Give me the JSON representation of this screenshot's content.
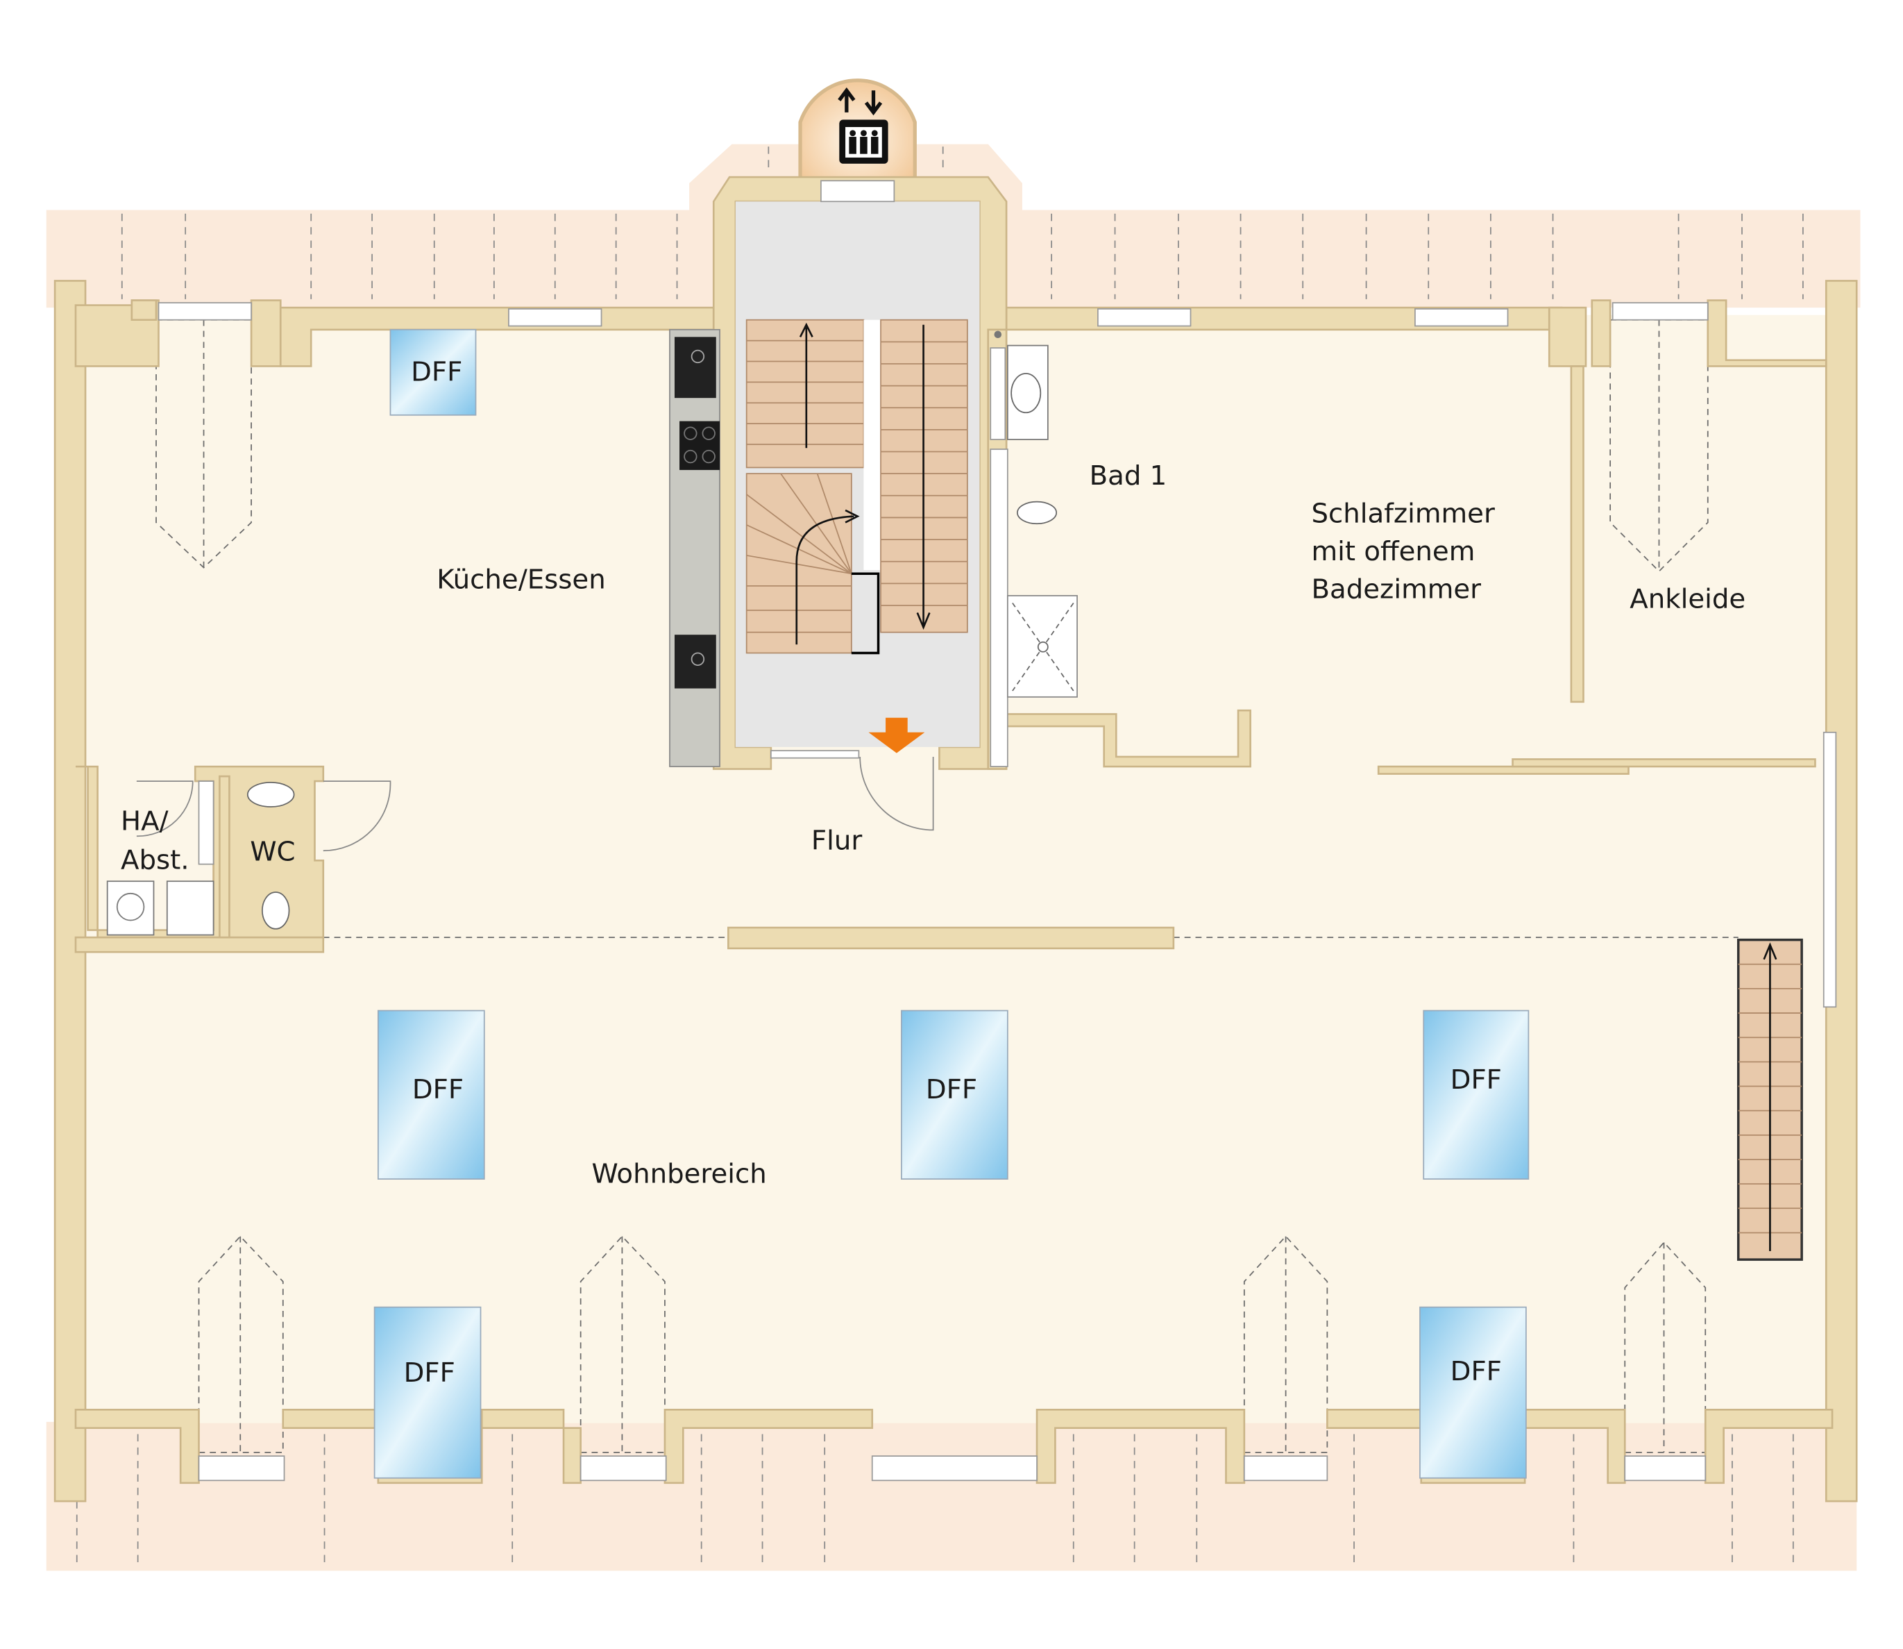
{
  "plan": {
    "rooms": {
      "kitchen": "Küche/Essen",
      "bath": "Bad 1",
      "bedroom_line1": "Schlafzimmer",
      "bedroom_line2": "mit offenem",
      "bedroom_line3": "Badezimmer",
      "dressing": "Ankleide",
      "utility_line1": "HA/",
      "utility_line2": "Abst.",
      "wc": "WC",
      "hall": "Flur",
      "living": "Wohnbereich"
    },
    "skylights": [
      "DFF",
      "DFF",
      "DFF",
      "DFF",
      "DFF",
      "DFF"
    ],
    "icons": [
      "elevator-icon",
      "entrance-arrow-icon",
      "stair-direction-arrow-icon"
    ],
    "colors": {
      "floor": "#fcf6e8",
      "wall": "#ecdcb2",
      "roof_overhang": "#fbeadb",
      "skylight": "#8fcbea",
      "entrance_arrow": "#f07a10"
    }
  }
}
